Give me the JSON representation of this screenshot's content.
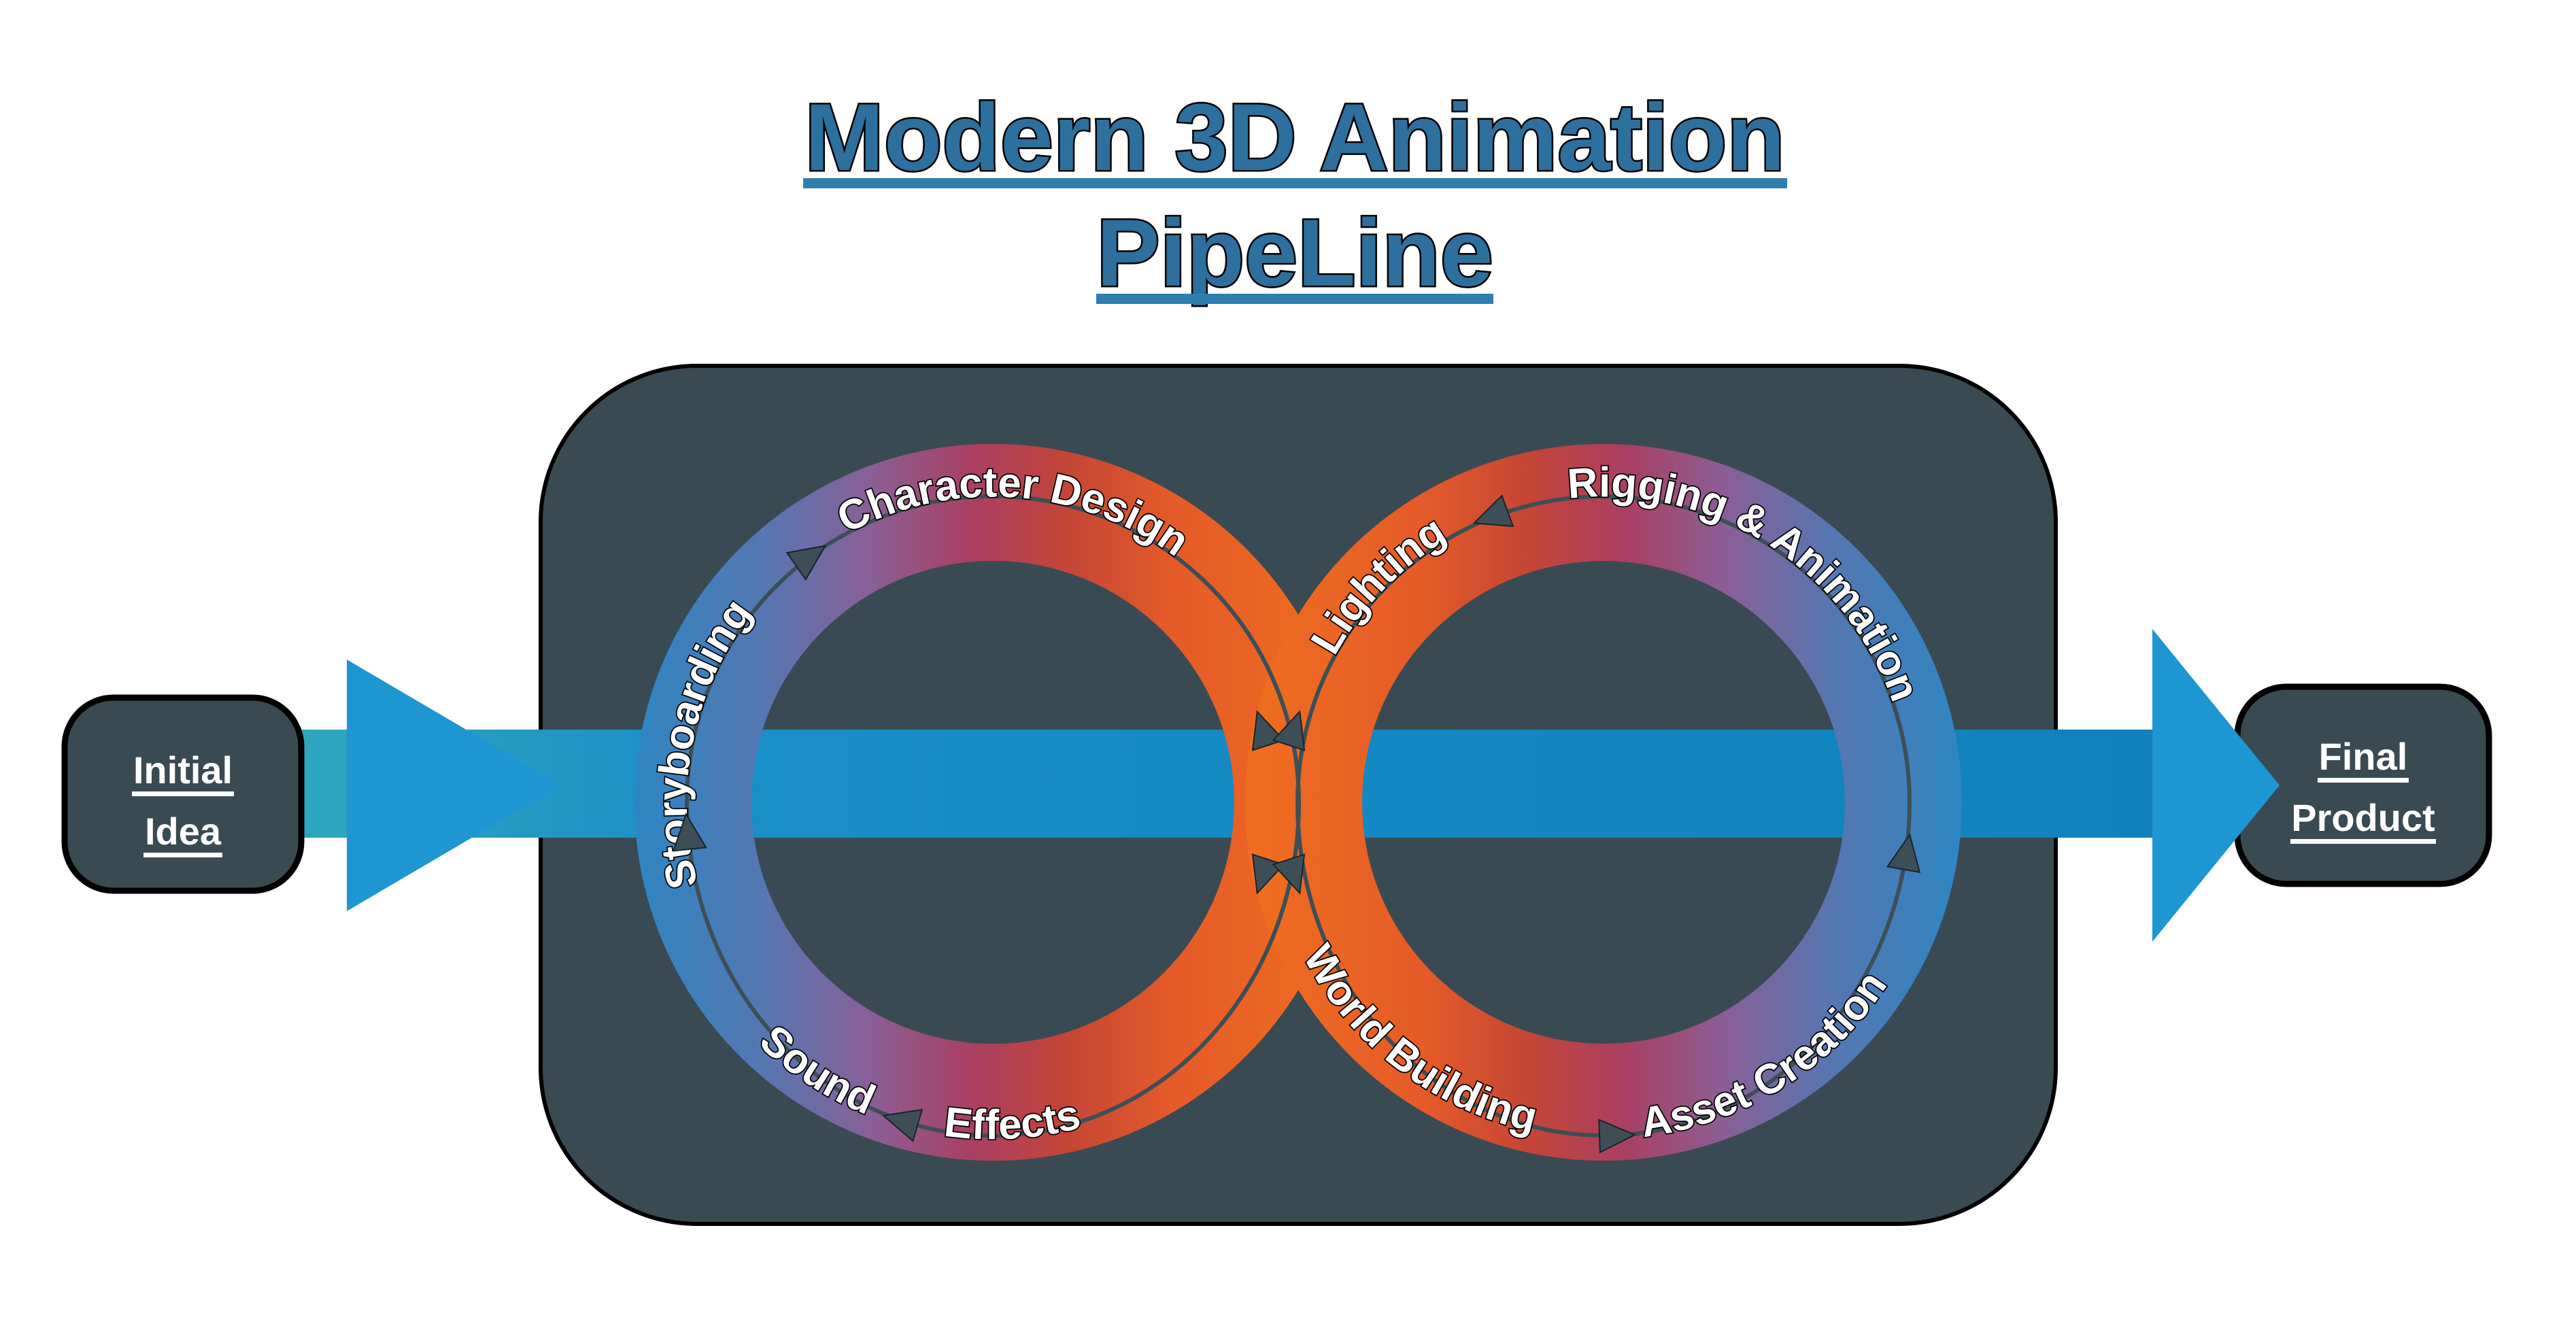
{
  "title": {
    "line1": "Modern 3D Animation",
    "line2": "PipeLine"
  },
  "start_node": {
    "line1": "Initial",
    "line2": "Idea"
  },
  "end_node": {
    "line1": "Final",
    "line2": "Product"
  },
  "left_cycle": {
    "storyboarding": "Storyboarding",
    "character_design": "Character Design",
    "sound": "Sound",
    "effects": "Effects"
  },
  "right_cycle": {
    "lighting": "Lighting",
    "rigging_animation": "Rigging & Animation",
    "world_building": "World Building",
    "asset_creation": "Asset Creation"
  },
  "colors": {
    "panel_dark_slate": "#3A4A52",
    "band_teal_start": "#2FA6BF",
    "band_blue": "#1488C2",
    "big_arrow_blue": "#1E96D2",
    "ring_blue": "#2E86C3",
    "ring_purple": "#8A5F96",
    "ring_crimson": "#AA3F63",
    "ring_red": "#C34537",
    "ring_orange": "#F06F1F",
    "flow_line": "#3E4E57",
    "title_blue": "#2D6F9D",
    "underline_blue": "#2E7FB0",
    "label_white": "#FFFFFF"
  }
}
